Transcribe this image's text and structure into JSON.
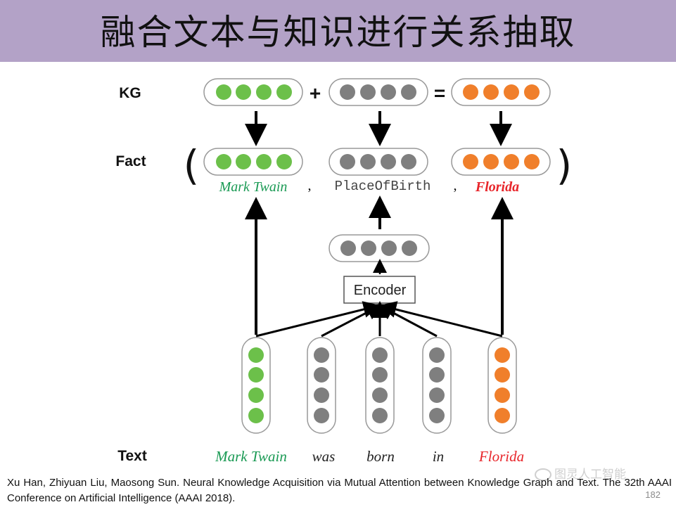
{
  "title": "融合文本与知识进行关系抽取",
  "rows": {
    "kg": "KG",
    "fact": "Fact",
    "text": "Text"
  },
  "operators": {
    "plus": "+",
    "equals": "="
  },
  "fact": {
    "open_paren": "(",
    "close_paren": ")",
    "comma": ",",
    "head": "Mark Twain",
    "relation": "PlaceOfBirth",
    "tail": "Florida"
  },
  "encoder_label": "Encoder",
  "text_tokens": [
    "Mark Twain",
    "was",
    "born",
    "in",
    "Florida"
  ],
  "colors": {
    "head": "#6cc04a",
    "relation": "#7f7f7f",
    "tail": "#f07f2b",
    "head_text": "#1a9a54",
    "tail_text": "#e8252a"
  },
  "citation": "Xu Han, Zhiyuan Liu, Maosong Sun. Neural Knowledge Acquisition via Mutual Attention between Knowledge Graph and Text. The 32th AAAI Conference on Artificial Intelligence (AAAI 2018).",
  "page_number": "182",
  "watermark": "图灵人工智能"
}
